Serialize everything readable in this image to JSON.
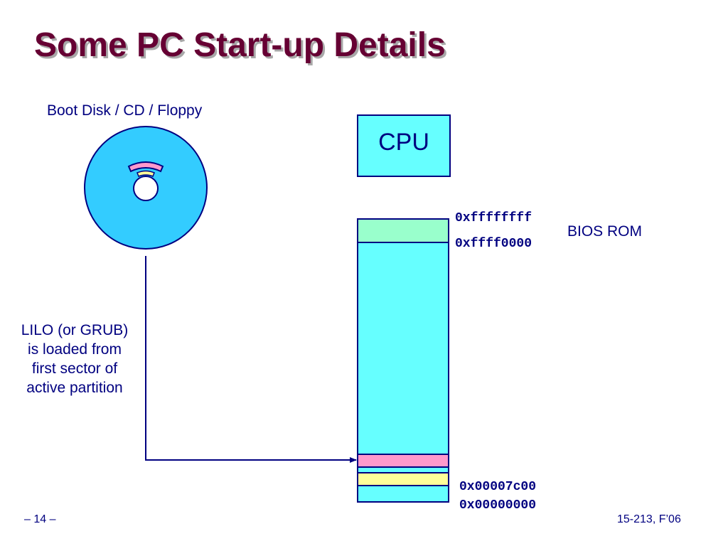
{
  "slide": {
    "title": "Some PC Start-up Details",
    "page_number": "– 14 –",
    "course": "15-213, F’06"
  },
  "disk": {
    "label": "Boot Disk / CD / Floppy"
  },
  "cpu": {
    "label": "CPU"
  },
  "memory": {
    "top_address": "0xffffffff",
    "bios_start_address": "0xffff0000",
    "bios_label": "BIOS ROM",
    "boot_address": "0x00007c00",
    "bottom_address": "0x00000000"
  },
  "annotation": {
    "line1": "LILO (or GRUB)",
    "line2": "is loaded from",
    "line3": "first sector of",
    "line4": "active partition"
  },
  "colors": {
    "title": "#660033",
    "text": "#000080",
    "disk": "#33ccff",
    "memory": "#66ffff",
    "bios_region": "#99ffcc",
    "boot_sector": "#ff99cc",
    "boot_region": "#ffff99"
  }
}
